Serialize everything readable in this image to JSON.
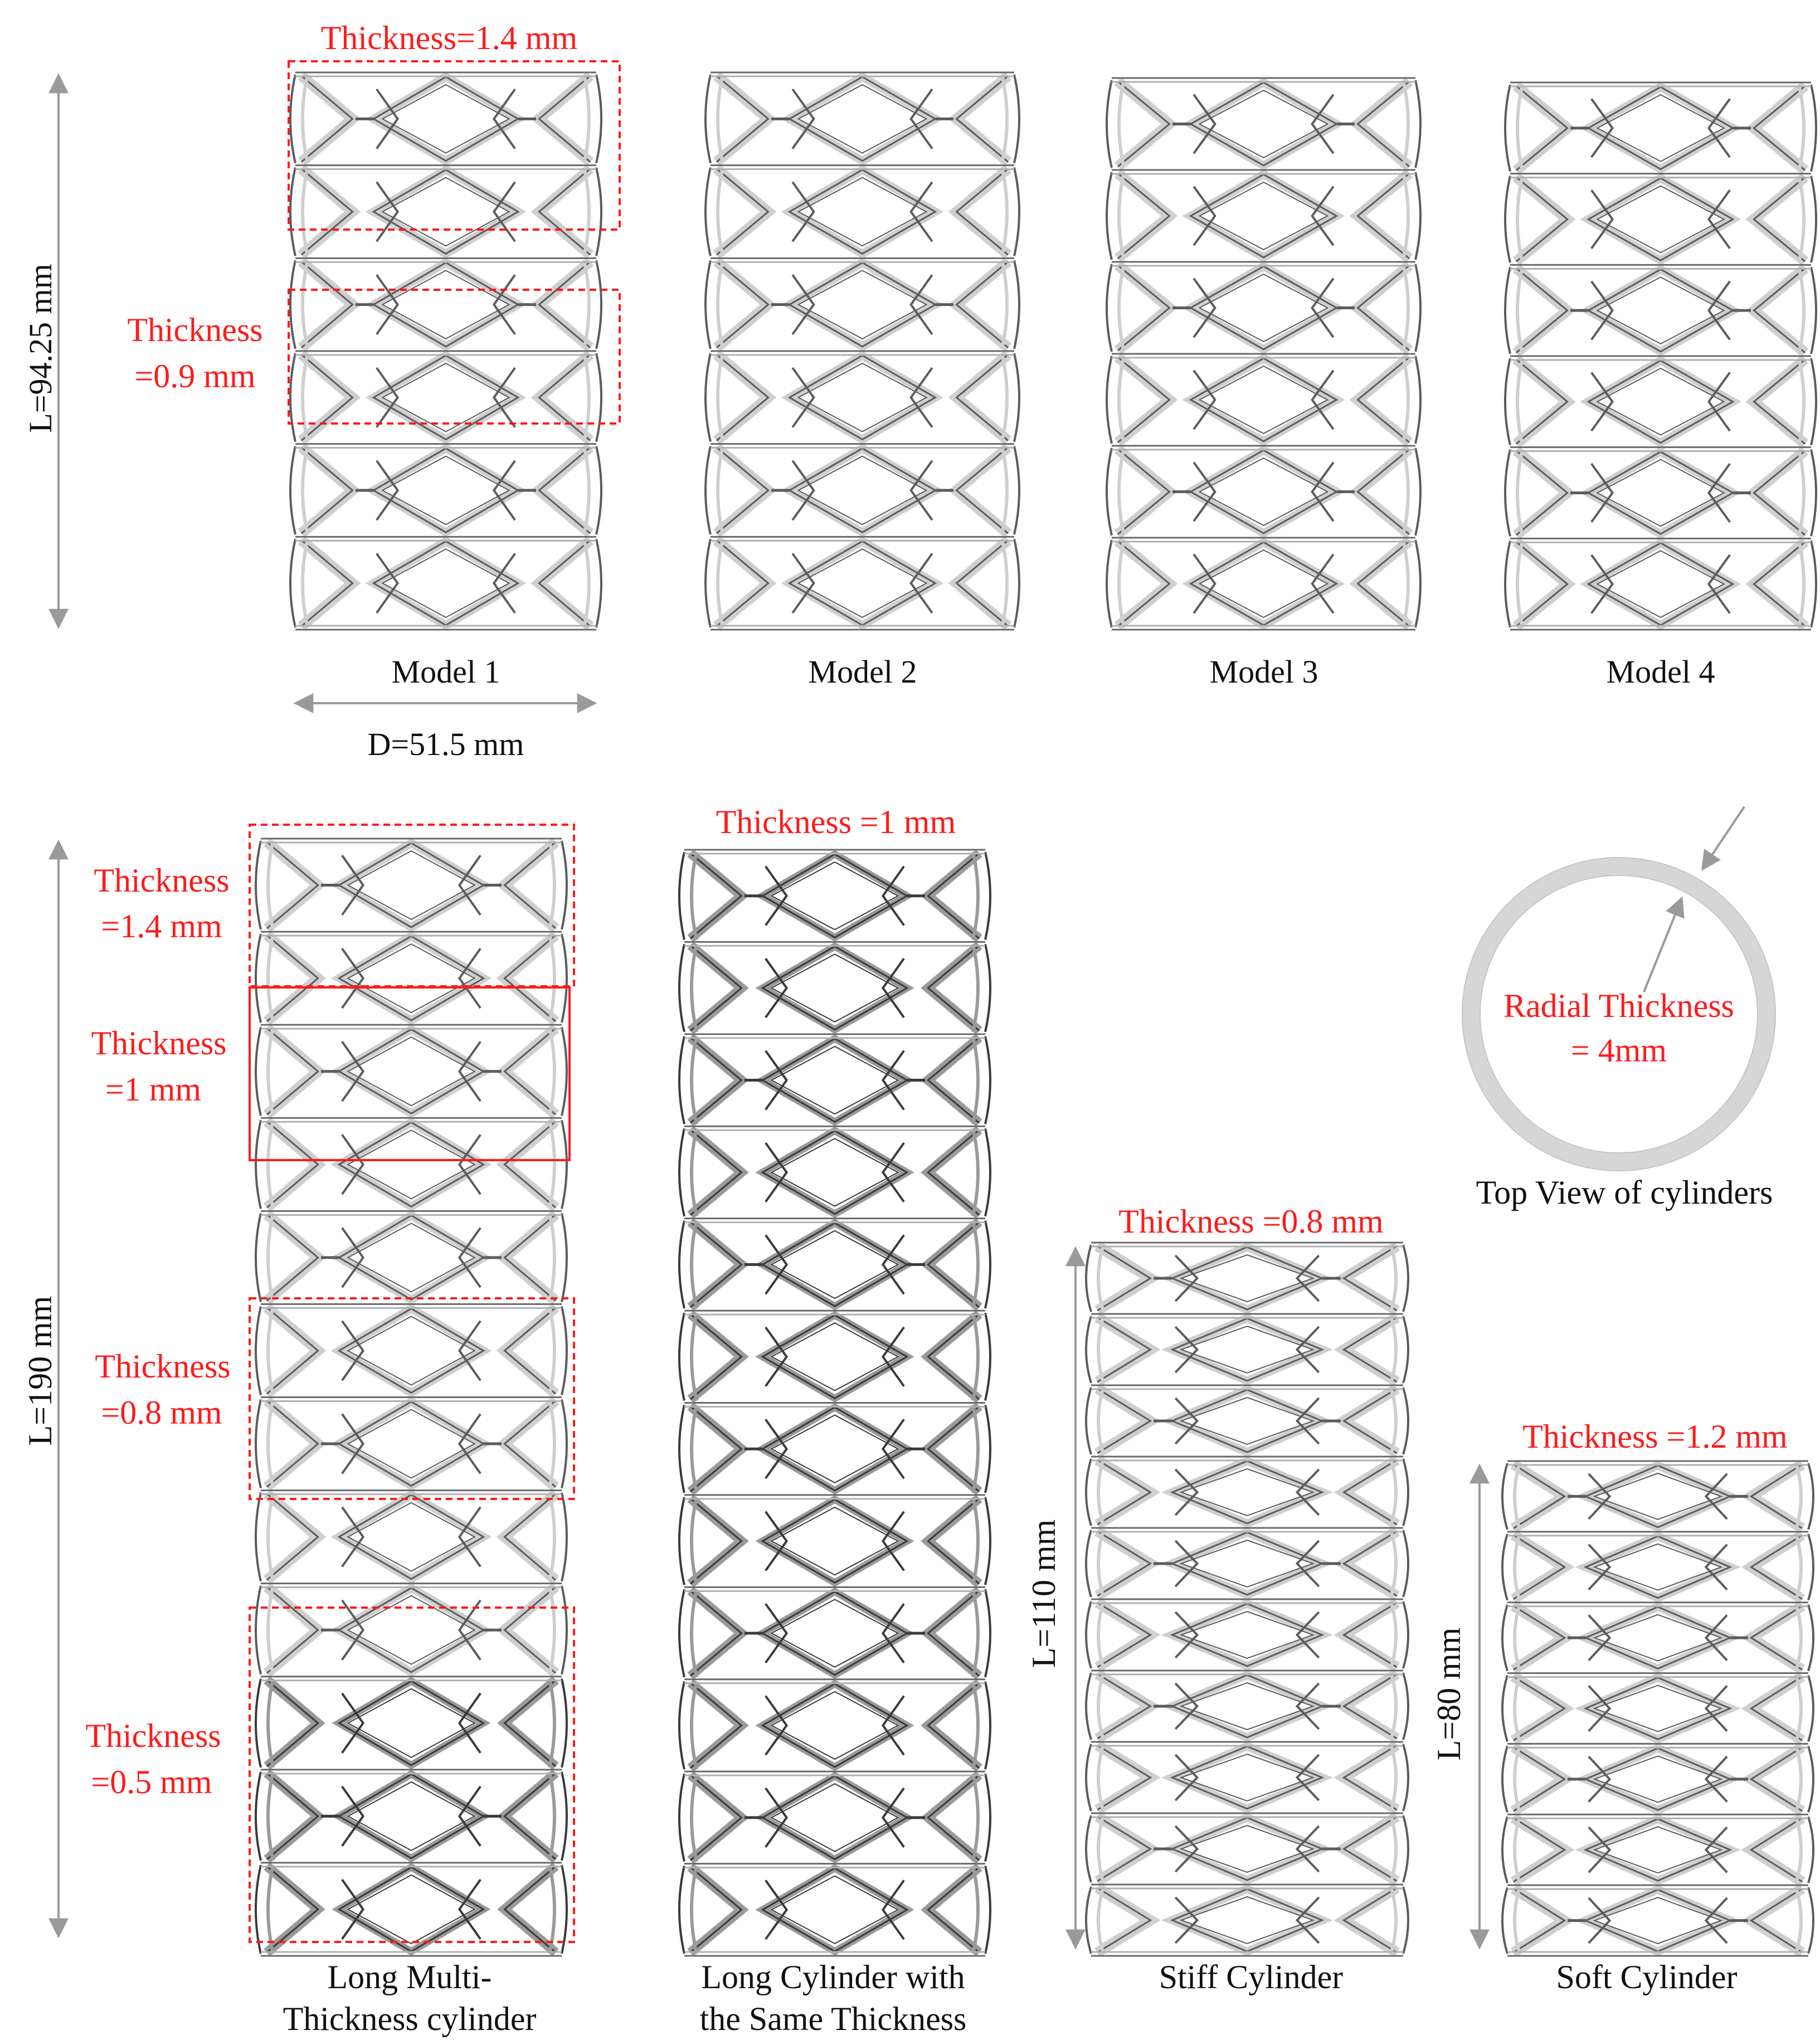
{
  "models": [
    {
      "id": "model-1",
      "caption": "Model 1"
    },
    {
      "id": "model-2",
      "caption": "Model 2"
    },
    {
      "id": "model-3",
      "caption": "Model 3"
    },
    {
      "id": "model-4",
      "caption": "Model 4"
    }
  ],
  "top_dims": {
    "length": "L=94.25 mm",
    "diameter": "D=51.5 mm"
  },
  "model1_annotations": {
    "top": "Thickness=1.4 mm",
    "mid_line1": "Thickness",
    "mid_line2": "=0.9 mm"
  },
  "long_multi": {
    "length": "L=190 mm",
    "caption_line1": "Long Multi-",
    "caption_line2": "Thickness cylinder",
    "sections": [
      {
        "line1": "Thickness",
        "line2": "=1.4 mm"
      },
      {
        "line1": "Thickness",
        "line2": "=1 mm"
      },
      {
        "line1": "Thickness",
        "line2": "=0.8 mm"
      },
      {
        "line1": "Thickness",
        "line2": "=0.5 mm"
      }
    ]
  },
  "long_same": {
    "thickness": "Thickness =1 mm",
    "caption_line1": "Long Cylinder with",
    "caption_line2": "the Same Thickness"
  },
  "stiff": {
    "thickness": "Thickness =0.8 mm",
    "length": "L=110 mm",
    "caption": "Stiff Cylinder"
  },
  "soft": {
    "thickness": "Thickness =1.2 mm",
    "length": "L=80 mm",
    "caption": "Soft Cylinder"
  },
  "top_view": {
    "line1": "Radial Thickness",
    "line2": "= 4mm",
    "caption": "Top View of cylinders"
  },
  "colors": {
    "annotation": "#ff1a1a",
    "strut_dark": "#6e6e6e",
    "strut_light": "#d8d8d8",
    "ring": "#d6d6d6"
  }
}
